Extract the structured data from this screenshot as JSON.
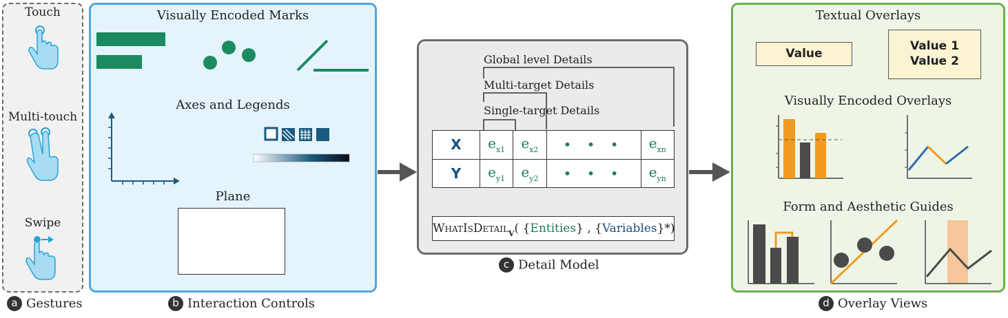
{
  "panels": {
    "gestures": {
      "tag": "a",
      "caption": "Gestures",
      "items": [
        "Touch",
        "Multi-touch",
        "Swipe"
      ]
    },
    "interaction": {
      "tag": "b",
      "caption": "Interaction Controls",
      "sections": [
        "Visually Encoded Marks",
        "Axes and Legends",
        "Plane"
      ]
    },
    "detail": {
      "tag": "c",
      "caption": "Detail Model",
      "levels": [
        "Global level Details",
        "Multi-target Details",
        "Single-target Details"
      ],
      "rows": [
        {
          "label": "X",
          "cells": [
            {
              "e": "e",
              "sub": "x1"
            },
            {
              "e": "e",
              "sub": "x2"
            },
            {
              "e": "• • •",
              "sub": ""
            },
            {
              "e": "e",
              "sub": "xn"
            }
          ]
        },
        {
          "label": "Y",
          "cells": [
            {
              "e": "e",
              "sub": "y1"
            },
            {
              "e": "e",
              "sub": "y2"
            },
            {
              "e": "• • •",
              "sub": ""
            },
            {
              "e": "e",
              "sub": "yn"
            }
          ]
        }
      ],
      "formula": {
        "name": "WhatIsDetail",
        "sub": "V",
        "open": "( {",
        "entities": "Entities",
        "mid": "} , {",
        "variables": "Variables",
        "close": "}*)"
      }
    },
    "overlay": {
      "tag": "d",
      "caption": "Overlay Views",
      "sections": [
        "Textual Overlays",
        "Visually Encoded Overlays",
        "Form and Aesthetic Guides"
      ],
      "value_single": "Value",
      "value_multi": [
        "Value 1",
        "Value 2"
      ]
    }
  },
  "colors": {
    "green_mark": "#1b8a5f",
    "blue_axis": "#1a5a7e",
    "orange": "#f29a1f",
    "dark_bar": "#4a4a4a",
    "line_blue": "#2b6cb0"
  }
}
